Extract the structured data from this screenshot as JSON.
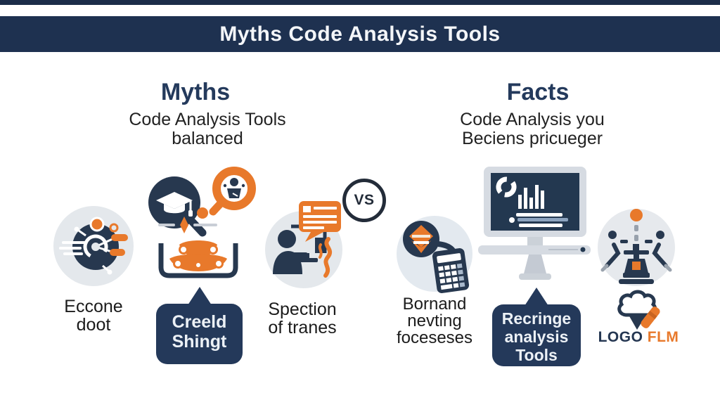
{
  "banner": {
    "title": "Myths Code Analysis Tools"
  },
  "myths": {
    "heading": "Myths",
    "subtitle": [
      "Code Analysis Tools",
      "balanced"
    ],
    "items": [
      {
        "icon": "circuit-chip-icon",
        "label": [
          "Eccone",
          "doot"
        ]
      },
      {
        "icon": "education-funnel-icon",
        "callout": [
          "Creeld",
          "Shingt"
        ]
      },
      {
        "icon": "person-feedback-icon",
        "label": [
          "Spection",
          "of tranes"
        ]
      }
    ]
  },
  "facts": {
    "heading": "Facts",
    "subtitle": [
      "Code Analysis you",
      "Beciens pricueger"
    ],
    "items": [
      {
        "icon": "process-calculator-icon",
        "label": [
          "Bornand",
          "nevting",
          "foceseses"
        ]
      },
      {
        "icon": "analytics-monitor-icon",
        "callout": [
          "Recringe",
          "analysis",
          "Tools"
        ]
      },
      {
        "icon": "robot-press-icon",
        "logo": {
          "primary": "LOGO",
          "accent": "FLM",
          "logo_icon": "ice-cream-pencil-icon"
        }
      }
    ]
  },
  "vs_badge": {
    "label": "VS"
  },
  "colors": {
    "banner_navy": "#1E3150",
    "icon_navy": "#27384F",
    "accent_orange": "#E8792B",
    "icon_circle_gray": "#E4E8EC",
    "heading_navy": "#243A5C",
    "text_dark": "#1B1B1B"
  }
}
